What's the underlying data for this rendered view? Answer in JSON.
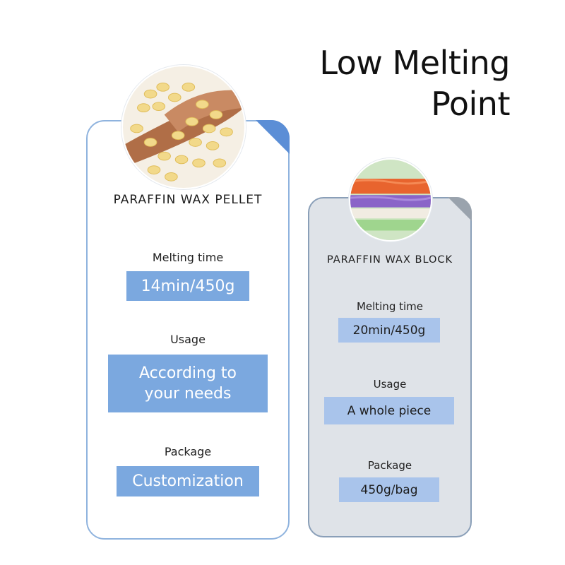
{
  "headline": {
    "line1": "Low Melting",
    "line2": "Point"
  },
  "cards": [
    {
      "title": "PARAFFIN WAX PELLET",
      "melting_time_label": "Melting time",
      "melting_time_value": "14min/450g",
      "usage_label": "Usage",
      "usage_value_line1": "According to",
      "usage_value_line2": "your needs",
      "package_label": "Package",
      "package_value": "Customization",
      "image_icon": "wax-pellets-spoon-photo"
    },
    {
      "title": "PARAFFIN WAX BLOCK",
      "melting_time_label": "Melting time",
      "melting_time_value": "20min/450g",
      "usage_label": "Usage",
      "usage_value": "A whole piece",
      "package_label": "Package",
      "package_value": "450g/bag",
      "image_icon": "wax-blocks-photo"
    }
  ],
  "colors": {
    "accent_blue": "#7ba8df",
    "light_blue": "#a9c4eb",
    "card_b_bg": "#dfe3e8"
  }
}
